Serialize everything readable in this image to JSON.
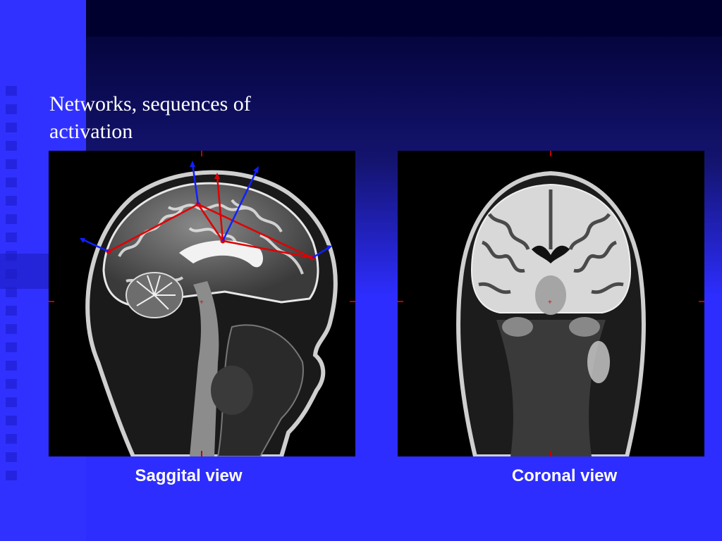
{
  "slide": {
    "title": "Networks, sequences of activation",
    "colors": {
      "background": "#2d2dff",
      "top_band": "#00003a",
      "network_edge": "#e00000",
      "projection_arrow": "#1020ff"
    }
  },
  "images": [
    {
      "name": "sagittal-mri",
      "caption": "Saggital view"
    },
    {
      "name": "coronal-mri",
      "caption": "Coronal view"
    }
  ]
}
